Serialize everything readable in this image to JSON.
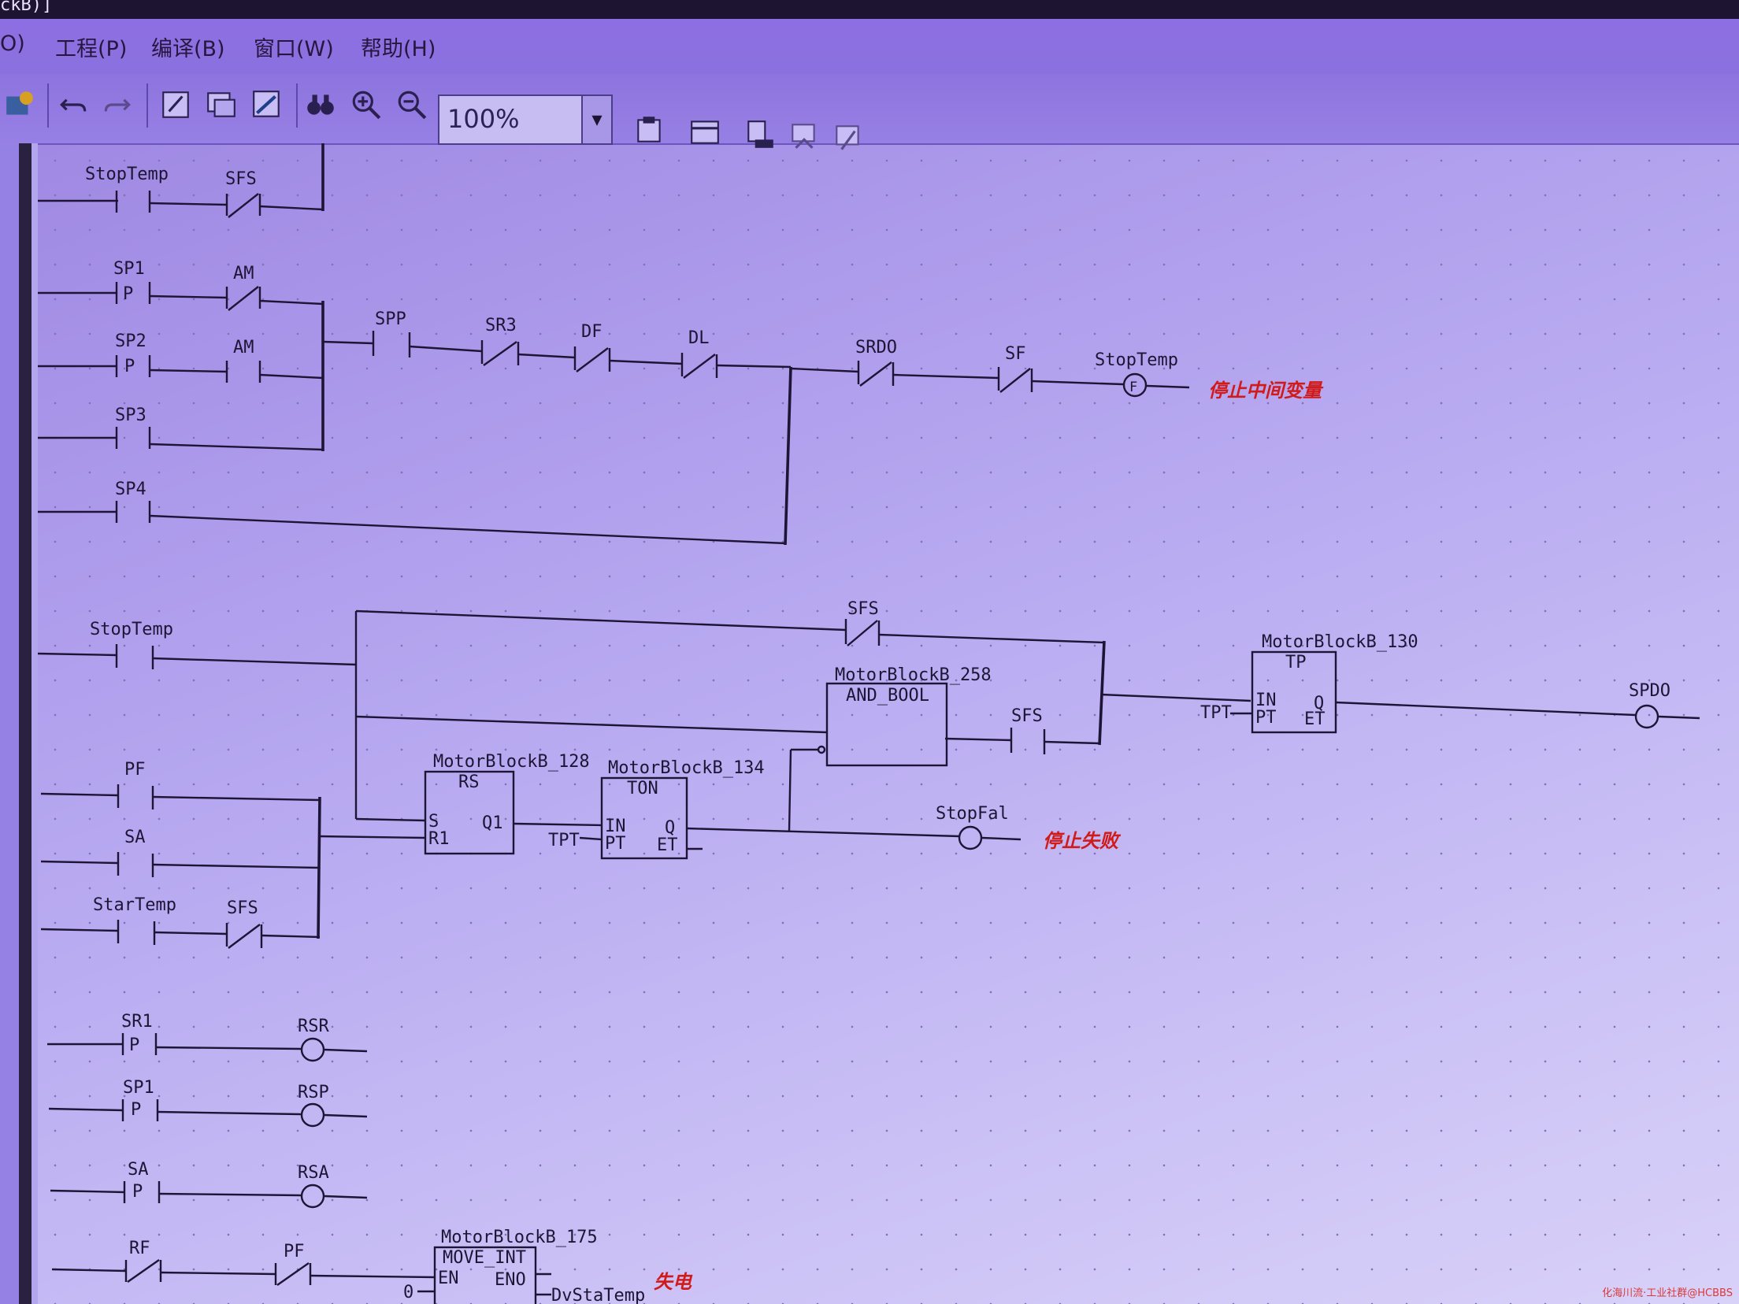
{
  "window": {
    "title_fragment": "ckB)]"
  },
  "menu": [
    {
      "label": "O)"
    },
    {
      "label": "工程(P)"
    },
    {
      "label": "编译(B)"
    },
    {
      "label": "窗口(W)"
    },
    {
      "label": "帮助(H)"
    }
  ],
  "toolbar": {
    "zoom_value": "100%",
    "icons": [
      "app-icon",
      "undo-icon",
      "redo-icon",
      "edit-icon",
      "window-icon",
      "monitor-icon",
      "find-icon",
      "zoom-in-icon",
      "zoom-out-icon",
      "properties-icon",
      "calendar-icon",
      "download-icon",
      "upload-icon",
      "compare-icon"
    ]
  },
  "ladder": {
    "rung1": {
      "contacts": [
        "StopTemp",
        "SFS"
      ]
    },
    "rung2": {
      "inputs": [
        "SP1",
        "AM",
        "SP2",
        "AM",
        "SP3",
        "SP4"
      ],
      "pulse": "P",
      "series": [
        "SPP",
        "SR3",
        "DF",
        "DL",
        "SRDO",
        "SF"
      ],
      "coil": "StopTemp",
      "coil_mark": "F",
      "comment": "停止中间变量"
    },
    "rung3": {
      "contacts": [
        "StopTemp",
        "SFS",
        "PF",
        "SA",
        "StarTemp",
        "SFS",
        "SFS"
      ],
      "blocks": {
        "and": {
          "instance": "MotorBlockB_258",
          "type": "AND_BOOL"
        },
        "rs": {
          "instance": "MotorBlockB_128",
          "type": "RS",
          "pins": [
            "S",
            "R1",
            "Q1"
          ]
        },
        "ton": {
          "instance": "MotorBlockB_134",
          "type": "TON",
          "pins": [
            "IN",
            "PT",
            "Q",
            "ET"
          ]
        },
        "tp": {
          "instance": "MotorBlockB_130",
          "type": "TP",
          "pins": [
            "IN",
            "PT",
            "Q",
            "ET"
          ]
        }
      },
      "tpt": "TPT",
      "coil_fail": "StopFal",
      "comment_fail": "停止失败",
      "coil_out": "SPDO"
    },
    "rung4": {
      "rows": [
        {
          "contact": "SR1",
          "mark": "P",
          "coil": "RSR"
        },
        {
          "contact": "SP1",
          "mark": "P",
          "coil": "RSP"
        },
        {
          "contact": "SA",
          "mark": "P",
          "coil": "RSA"
        }
      ]
    },
    "rung5": {
      "contacts": [
        "RF",
        "PF"
      ],
      "block": {
        "instance": "MotorBlockB_175",
        "type": "MOVE_INT",
        "pins": [
          "EN",
          "ENO"
        ]
      },
      "input_value": "0",
      "output": "DvStaTemp",
      "comment": "失电"
    }
  },
  "watermark": "化海川流·工业社群@HCBBS"
}
